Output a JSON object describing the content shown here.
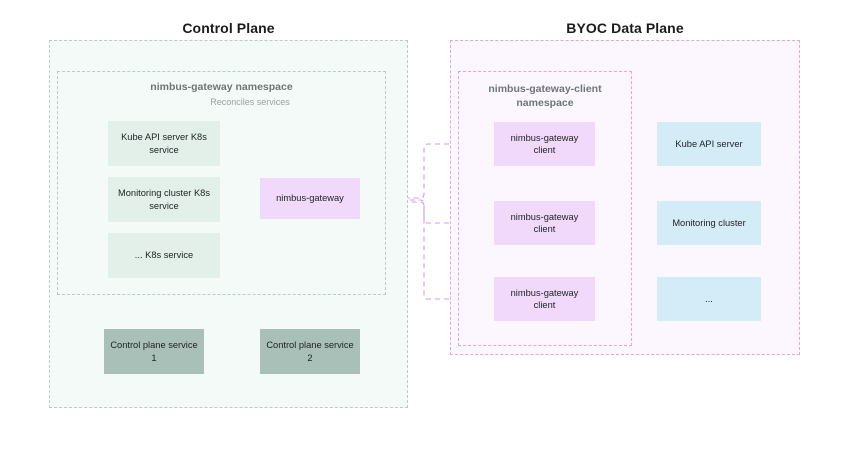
{
  "planes": {
    "control": {
      "title": "Control Plane",
      "namespace_label": "nimbus-gateway namespace",
      "edge_label_reconciles": "Reconciles services",
      "k8s_services": [
        {
          "label": "Kube API server K8s service"
        },
        {
          "label": "Monitoring cluster K8s service"
        },
        {
          "label": "... K8s service"
        }
      ],
      "gateway": {
        "label": "nimbus-gateway"
      },
      "control_plane_services": [
        {
          "label": "Control plane service 1"
        },
        {
          "label": "Control plane service 2"
        }
      ]
    },
    "byoc": {
      "title": "BYOC Data Plane",
      "namespace_label": "nimbus-gateway-client namespace",
      "clients": [
        {
          "label": "nimbus-gateway client"
        },
        {
          "label": "nimbus-gateway client"
        },
        {
          "label": "nimbus-gateway client"
        }
      ],
      "targets": [
        {
          "label": "Kube API server"
        },
        {
          "label": "Monitoring cluster"
        },
        {
          "label": "..."
        }
      ]
    }
  },
  "colors": {
    "background": "#ffffff",
    "control_zone_fill": "#f3faf7",
    "control_zone_border": "#b9cdc6",
    "byoc_zone_fill": "#fcf7fe",
    "byoc_zone_border": "#dba7f0",
    "node_green": "#e3efe9",
    "node_purple": "#f0d9fa",
    "node_blue": "#d4ecf7",
    "node_sage": "#a8c0b8",
    "connector_green": "#a9bdb6",
    "connector_purple": "#cf9ae8",
    "title_text": "#1b1b1b",
    "zone_label_text": "#6f7577",
    "node_text": "#1f2124",
    "edge_label_text": "#9aa3a0"
  }
}
